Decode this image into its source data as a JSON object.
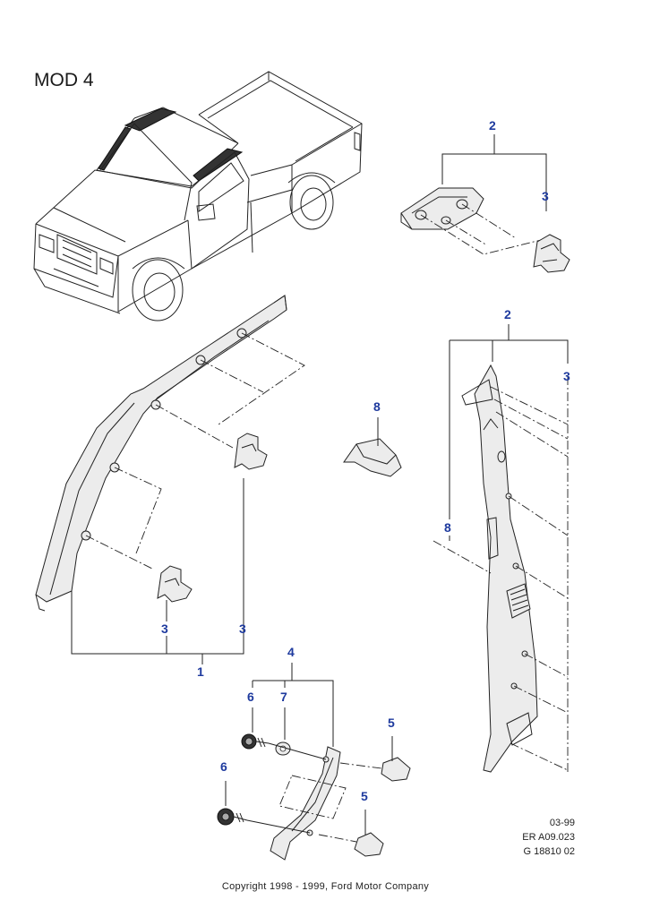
{
  "diagram": {
    "title": "MOD 4",
    "callouts": {
      "c2_top": "2",
      "c3_top": "3",
      "c2_right": "2",
      "c3_right": "3",
      "c8_mid": "8",
      "c8_right": "8",
      "c3_left_a": "3",
      "c3_left_b": "3",
      "c1": "1",
      "c4": "4",
      "c6_a": "6",
      "c7": "7",
      "c5_a": "5",
      "c6_b": "6",
      "c5_b": "5"
    },
    "reference": {
      "date": "03-99",
      "code": "ER A09.023",
      "g_number": "G 18810 02"
    },
    "copyright": "Copyright 1998 - 1999, Ford Motor Company"
  },
  "colors": {
    "callout": "#1e3a9e",
    "line": "#222222",
    "background": "#ffffff"
  }
}
